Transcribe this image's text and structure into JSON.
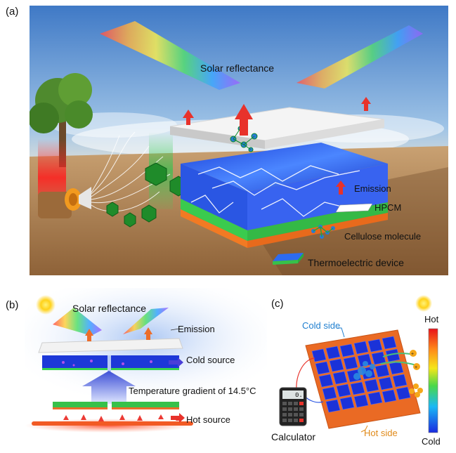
{
  "panels": {
    "a": {
      "label": "(a)",
      "solar_reflectance": "Solar reflectance",
      "legend": {
        "emission": "Emission",
        "hpcm": "HPCM",
        "cellulose": "Cellulose molecule",
        "thermoelectric": "Thermoelectric device"
      }
    },
    "b": {
      "label": "(b)",
      "solar_reflectance": "Solar reflectance",
      "emission": "Emission",
      "cold_source": "Cold source",
      "gradient": "Temperature gradient of 14.5°C",
      "hot_source": "Hot source"
    },
    "c": {
      "label": "(c)",
      "cold_side": "Cold side",
      "hot_side": "Hot side",
      "calculator": "Calculator",
      "calc_display": "0.",
      "scale_hot": "Hot",
      "scale_cold": "Cold"
    }
  },
  "colors": {
    "emission_arrow": "#e8322b",
    "hpcm": "#f2f2f2",
    "device_blue": "#2d6bf0",
    "device_green": "#37c14a",
    "hot_side_orange": "#e8782a",
    "cold_side_label": "#1f7fd0",
    "hot_side_label": "#e08a1a"
  }
}
